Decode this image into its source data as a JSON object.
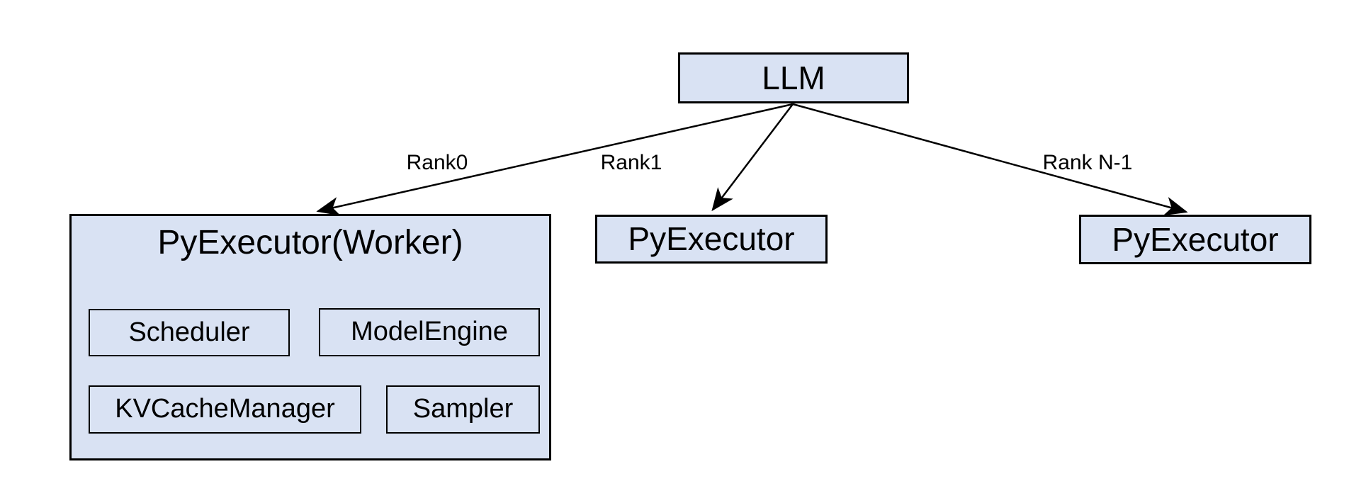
{
  "diagram": {
    "title_node": {
      "label": "LLM"
    },
    "nodes": {
      "llm": {
        "label": "LLM"
      },
      "worker": {
        "title": "PyExecutor(Worker)",
        "children": [
          "Scheduler",
          "ModelEngine",
          "KVCacheManager",
          "Sampler"
        ]
      },
      "executor_rank1": {
        "label": "PyExecutor"
      },
      "executor_rank_n": {
        "label": "PyExecutor"
      }
    },
    "edges": [
      {
        "label": "Rank0",
        "from": "llm",
        "to": "worker"
      },
      {
        "label": "Rank1",
        "from": "llm",
        "to": "executor_rank1"
      },
      {
        "label": "Rank N-1",
        "from": "llm",
        "to": "executor_rank_n"
      }
    ],
    "colors": {
      "box_fill": "#d9e2f3",
      "box_border": "#000000",
      "edge_line": "#000000",
      "text": "#000000",
      "background": "#ffffff"
    }
  }
}
